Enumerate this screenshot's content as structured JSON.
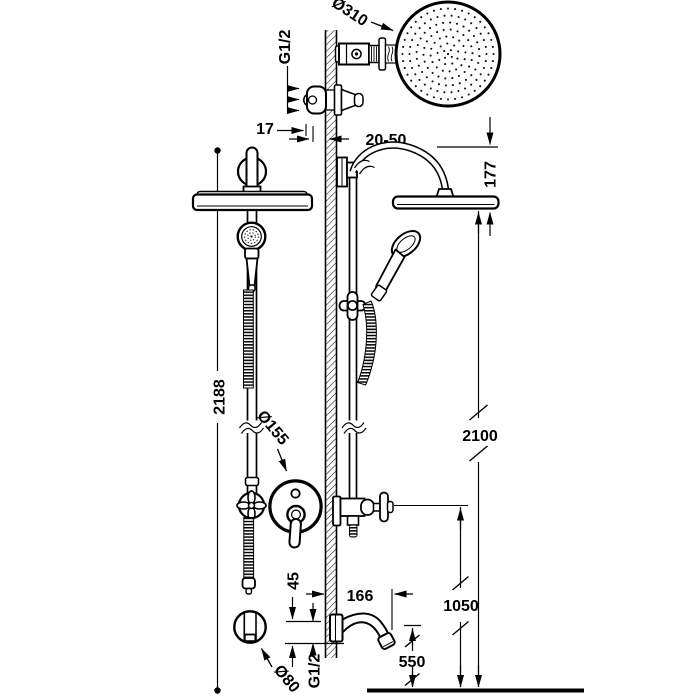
{
  "drawing": {
    "type": "shower-column-installation-diagram",
    "background": "#ffffff",
    "line_color": "#000000"
  },
  "labels": {
    "head_diameter": "Ø310",
    "top_thread": "G1/2",
    "offset_17": "17",
    "embed_range": "20-50",
    "drop_177": "177",
    "total_height": "2188",
    "height_2100": "2100",
    "plate_diameter": "Ø155",
    "height_1050": "1050",
    "gap_45": "45",
    "reach_166": "166",
    "height_550": "550",
    "bottom_thread": "G1/2",
    "spout_diameter": "Ø80"
  }
}
